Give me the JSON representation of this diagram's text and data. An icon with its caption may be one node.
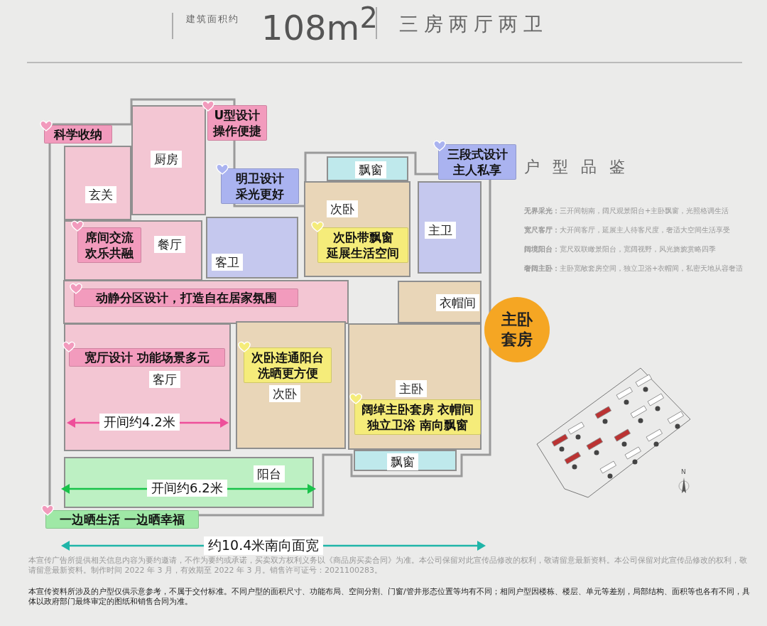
{
  "diagram": {
    "nodes": [
      {
        "text": [
          "厨房"
        ]
      },
      {
        "text": [
          "玄关"
        ]
      },
      {
        "text": [
          "餐厅"
        ]
      },
      {
        "text": [
          "客厅"
        ]
      },
      {
        "text": [
          "客卫"
        ]
      },
      {
        "text": [
          "飘窗"
        ]
      },
      {
        "text": [
          "次卧"
        ]
      },
      {
        "text": [
          "主卫"
        ]
      },
      {
        "text": [
          "衣帽间"
        ]
      },
      {
        "text": [
          "主卧"
        ]
      },
      {
        "text": [
          "次卧"
        ]
      },
      {
        "text": [
          "飘窗"
        ]
      },
      {
        "text": [
          "阳台"
        ]
      },
      {
        "text": [
          "U型设计操作便捷"
        ]
      },
      {
        "text": [
          "科学收纳"
        ]
      },
      {
        "text": [
          "明卫设计采光更好"
        ]
      },
      {
        "text": [
          "三段式设计主人私享"
        ]
      },
      {
        "text": [
          "次卧带飘窗延展生活空间"
        ],
        "in": 6
      },
      {
        "text": [
          "席间交流欢乐共融"
        ],
        "in": 2
      },
      {
        "text": [
          "动静分区设计，打造自在居家氛围"
        ]
      },
      {
        "text": [
          "宽厅设计 功能场景多元"
        ],
        "in": 3
      },
      {
        "text": [
          "次卧连通阳台洗晒更方便"
        ],
        "in": 10
      },
      {
        "text": [
          "阔绰主卧套房 衣帽间独立卫浴 南向飘窗"
        ],
        "in": 9
      },
      {
        "text": [
          "一边晒生活 一边晒幸福"
        ]
      },
      {
        "text": [
          "主卧套房"
        ]
      }
    ],
    "labels": [
      "建筑面积约",
      "108m$^{2}$",
      "三房两厅两卫",
      "户型品鉴",
      "**无界采光：**三开间朝南，阔尺观景阳台+主卧飘窗，光照格调生活",
      "**宽尺客厅：**大开间客厅，延展主人待客尺度，奢适大空间生活享受",
      "**阔境阳台：**宽尺双联瞰景阳台，宽阔视野，风光旖旎赏略四季",
      "**奢阔主卧：**主卧宽敞套房空间，独立卫浴+衣帽间，私密天地从容奢适",
      "开间约4.2米",
      "开间约6.2米",
      "约10.4米南向面宽",
      "N",
      "本宣传广告所提供相关信息内容为要约邀请，不作为要约或承诺，买卖双方权利义务以《商品房买卖合同》为准。本公司保留对此宣传品修改的权利，敬请留意最新资料。本公司保留对此宣传品修改的权利，敬请留意最新资料。制作时间 2022 年 3 月，有效期至 2022 年 3 月。销售许可证号：2021100283。",
      "本宣传资料所涉及的户型仅供示意参考，不属于交付标准。不同户型的面积尺寸、功能布局、空间分割、门窗/管井形态位置等均有不同；相同户型因楼栋、楼层、单元等差别，局部结构、面积等也各有不同，具体以政府部门最终审定的图纸和销售合同为准。"
    ]
  }
}
